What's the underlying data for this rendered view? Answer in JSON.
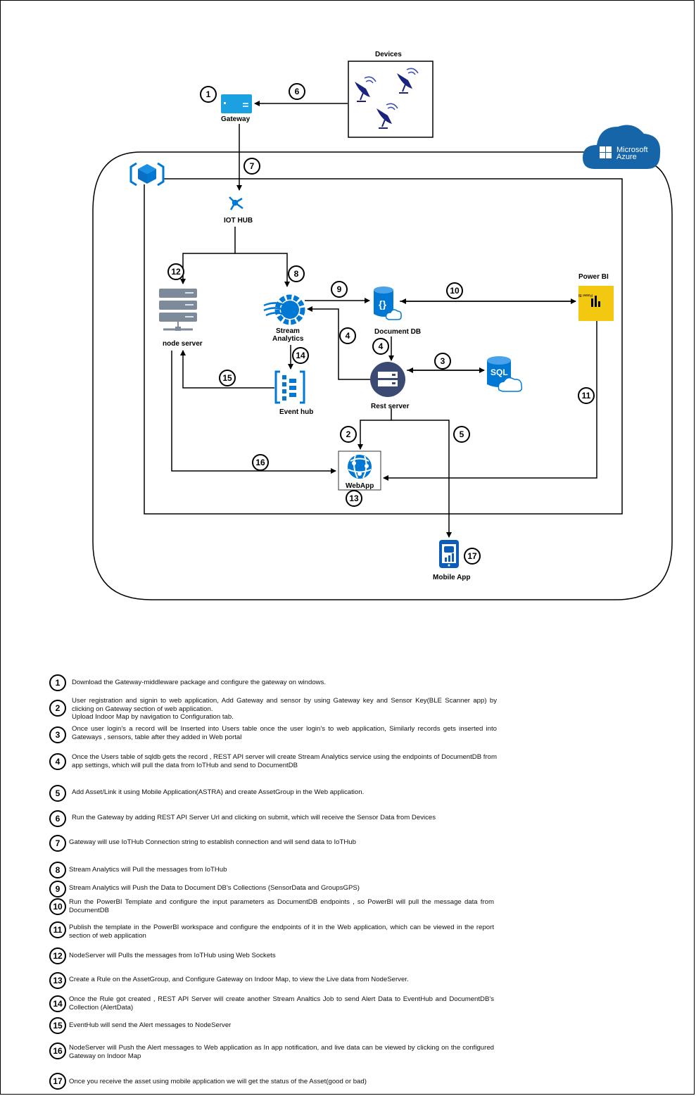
{
  "labels": {
    "devices": "Devices",
    "gateway": "Gateway",
    "iot_hub": "IOT HUB",
    "node_server": "node server",
    "stream_analytics_1": "Stream",
    "stream_analytics_2": "Analytics",
    "document_db": "Document DB",
    "power_bi": "Power BI",
    "power_bi_tile": "Power BI",
    "sql": "SQL",
    "event_hub": "Event hub",
    "rest_server": "Rest server",
    "webapp": "WebApp",
    "mobile_app": "Mobile App",
    "microsoft": "Microsoft",
    "azure": "Azure"
  },
  "diagram_numbers": [
    "1",
    "2",
    "3",
    "4",
    "4",
    "5",
    "6",
    "7",
    "8",
    "9",
    "10",
    "11",
    "12",
    "13",
    "14",
    "15",
    "16",
    "17"
  ],
  "colors": {
    "azure_blue": "#0078d4",
    "power_bi_yellow": "#f2c811",
    "rest_server_navy": "#3a4a73",
    "server_gray": "#7d8a99"
  },
  "steps": [
    {
      "num": "1",
      "text": "Download the Gateway-middleware package and configure the gateway on windows."
    },
    {
      "num": "2",
      "text": "User registration and signin to web application, Add Gateway and sensor  by using Gateway key and Sensor Key(BLE Scanner app) by clicking on Gateway section of web application.\nUpload Indoor Map by navigation to Configuration tab."
    },
    {
      "num": "3",
      "text": "Once user login's a record will be Inserted into Users table once the user login's to web application, Similarly records gets inserted into Gateways , sensors, table after they added in Web portal"
    },
    {
      "num": "4",
      "text": "Once the Users table of sqldb gets the record , REST API server will create Stream Analytics service using the endpoints of DocumentDB from app settings, which will pull the data from IoTHub and send to DocumentDB"
    },
    {
      "num": "5",
      "text": "Add Asset/Link it using Mobile Application(ASTRA) and create AssetGroup in the Web application."
    },
    {
      "num": "6",
      "text": "Run the Gateway by adding REST API Server Url and clicking on submit, which will receive the Sensor Data from Devices"
    },
    {
      "num": "7",
      "text": "Gateway will use IoTHub Connection string to establish connection and will send data to IoTHub"
    },
    {
      "num": "8",
      "text": "Stream Analytics will Pull the messages from IoTHub"
    },
    {
      "num": "9",
      "text": "Stream Analytics will Push the Data to Document DB's Collections (SensorData and GroupsGPS)"
    },
    {
      "num": "10",
      "text": "Run the PowerBI Template and configure the input parameters as DocumentDB endpoints , so PowerBI will pull the message data from DocumentDB"
    },
    {
      "num": "11",
      "text": "Publish the template in the PowerBI workspace and configure the endpoints of it in the Web application, which can be viewed in the report section of web application"
    },
    {
      "num": "12",
      "text": "NodeServer will Pulls the messages from IoTHub using Web Sockets"
    },
    {
      "num": "13",
      "text": "Create a Rule on the AssetGroup, and Configure Gateway on Indoor Map, to view the Live data from NodeServer."
    },
    {
      "num": "14",
      "text": "Once the Rule got created , REST API Server will create another Stream Analtics Job to send Alert Data to EventHub and DocumentDB's Collection (AlertData)"
    },
    {
      "num": "15",
      "text": "EventHub will send the Alert messages to NodeServer"
    },
    {
      "num": "16",
      "text": "NodeServer will Push the Alert messages to Web application as In app notification, and live data can be viewed by clicking on the configured Gateway on  Indoor Map"
    },
    {
      "num": "17",
      "text": "Once you receive the asset using mobile application we will get the status of the Asset(good or bad)"
    }
  ]
}
